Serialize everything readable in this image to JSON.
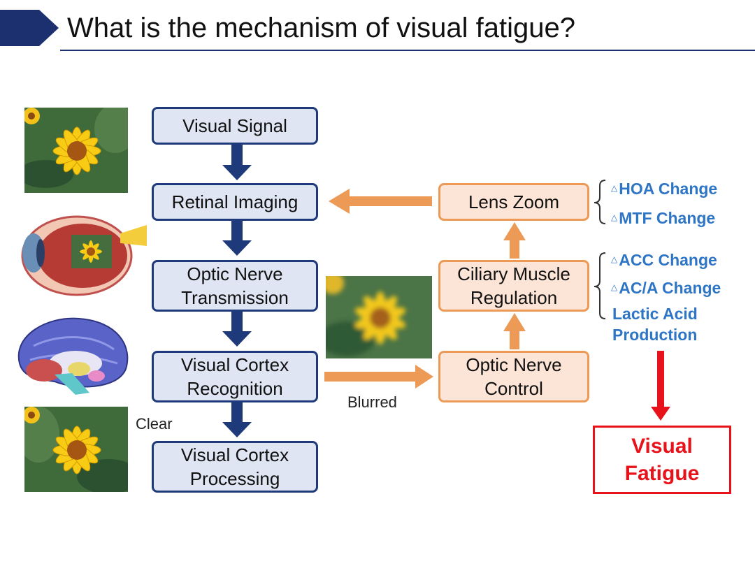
{
  "title": "What is the mechanism of visual fatigue?",
  "flow": {
    "visual_signal": "Visual Signal",
    "retinal_imaging": "Retinal Imaging",
    "optic_nerve_transmission": [
      "Optic Nerve",
      "Transmission"
    ],
    "visual_cortex_recognition": [
      "Visual Cortex",
      "Recognition"
    ],
    "visual_cortex_processing": [
      "Visual Cortex",
      "Processing"
    ]
  },
  "feedback": {
    "lens_zoom": "Lens Zoom",
    "ciliary_muscle_regulation": [
      "Ciliary Muscle",
      "Regulation"
    ],
    "optic_nerve_control": [
      "Optic Nerve",
      "Control"
    ]
  },
  "labels": {
    "clear": "Clear",
    "blurred": "Blurred"
  },
  "lens_effects": [
    {
      "marker": "△",
      "text": "HOA Change"
    },
    {
      "marker": "△",
      "text": "MTF Change"
    }
  ],
  "muscle_effects": [
    {
      "marker": "△",
      "text": "ACC Change"
    },
    {
      "marker": "△",
      "text": "AC/A Change"
    },
    {
      "marker": "",
      "text": "Lactic Acid"
    },
    {
      "marker": "",
      "text": "Production"
    }
  ],
  "result": [
    "Visual",
    "Fatigue"
  ],
  "colors": {
    "navy": "#1f3a7a",
    "blue_fill": "#dfe5f3",
    "orange": "#ec9a55",
    "orange_fill": "#fce5d6",
    "label_blue": "#2e75c6",
    "red": "#e8121a"
  }
}
